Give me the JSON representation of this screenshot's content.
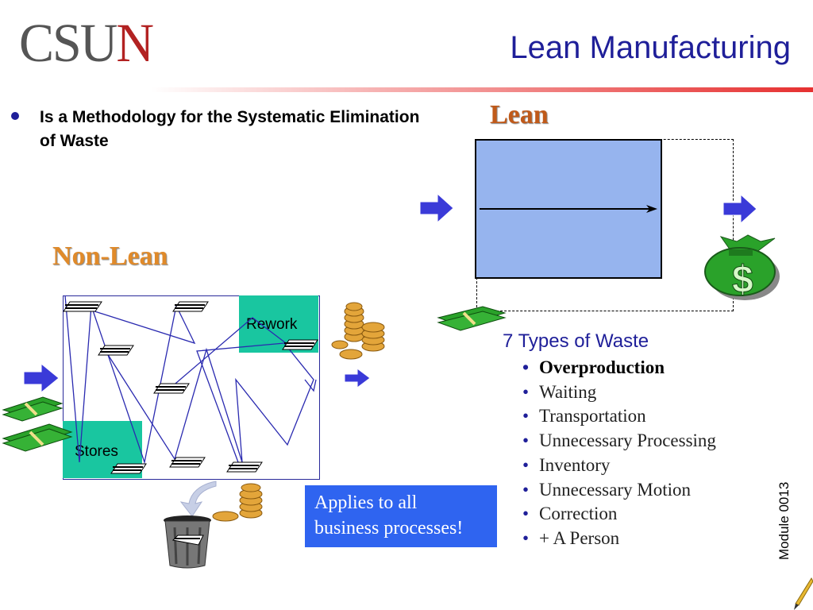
{
  "header": {
    "logo_prefix": "CSU",
    "logo_suffix": "N",
    "title": "Lean Manufacturing"
  },
  "bullet": {
    "text": "Is a Methodology for the Systematic Elimination of Waste"
  },
  "lean": {
    "label": "Lean"
  },
  "non_lean": {
    "label": "Non-Lean",
    "rework_label": "Rework",
    "stores_label": "Stores"
  },
  "callout": {
    "line1": "Applies to all",
    "line2": "business processes!"
  },
  "waste": {
    "heading": "7 Types of Waste",
    "items": [
      "Overproduction",
      "Waiting",
      "Transportation",
      "Unnecessary Processing",
      "Inventory",
      "Unnecessary Motion",
      "Correction",
      "+ A Person"
    ]
  },
  "footer": {
    "module": "Module 0013"
  },
  "colors": {
    "title_blue": "#1f1f99",
    "lean_box": "#96b4ee",
    "station_teal": "#19c6a0",
    "callout_blue": "#2f64f0",
    "arrow_blue": "#3a3ad8",
    "money_green": "#2aa22a",
    "coin_gold": "#e3a53a"
  },
  "icons": [
    "arrow-right-icon",
    "money-bag-icon",
    "cash-stack-icon",
    "coin-stack-icon",
    "trash-can-icon",
    "paper-stack-icon"
  ]
}
